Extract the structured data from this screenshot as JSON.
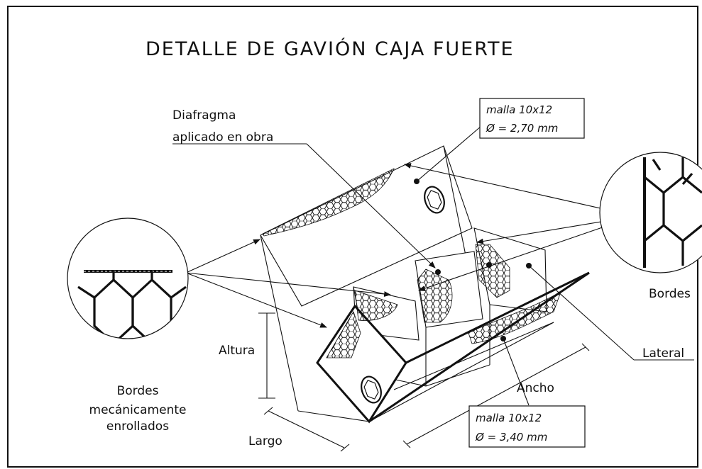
{
  "title": "DETALLE DE GAVIÓN CAJA FUERTE",
  "labels": {
    "diafragma_line1": "Diafragma",
    "diafragma_line2": "aplicado en obra",
    "bordes_mec_line1": "Bordes",
    "bordes_mec_line2": "mecánicamente",
    "bordes_mec_line3": "enrollados",
    "bordes_right": "Bordes",
    "lateral": "Lateral",
    "altura": "Altura",
    "ancho": "Ancho",
    "largo": "Largo"
  },
  "callouts": {
    "top": {
      "line1": "malla 10x12",
      "line2": "Ø = 2,70 mm"
    },
    "bottom": {
      "line1": "malla 10x12",
      "line2": "Ø = 3,40 mm"
    }
  },
  "colors": {
    "ink": "#111111",
    "background": "#ffffff"
  }
}
